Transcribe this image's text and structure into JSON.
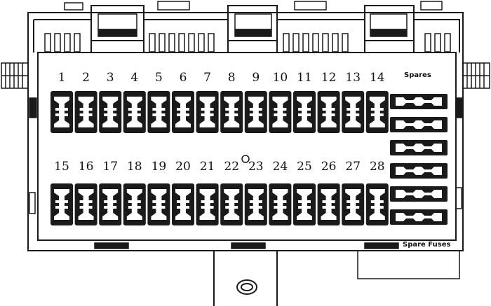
{
  "fuses_row_top": [
    "1",
    "2",
    "3",
    "4",
    "5",
    "6",
    "7",
    "8",
    "9",
    "10",
    "11",
    "12",
    "13",
    "14"
  ],
  "fuses_row_bottom": [
    "15",
    "16",
    "17",
    "18",
    "19",
    "20",
    "21",
    "22",
    "23",
    "24",
    "25",
    "26",
    "27",
    "28"
  ],
  "spares_header": "Spares",
  "spare_fuses_label": "Spare Fuses",
  "spare_count": 6,
  "colors": {
    "ink": "#1a1a1a",
    "paper": "#ffffff"
  }
}
